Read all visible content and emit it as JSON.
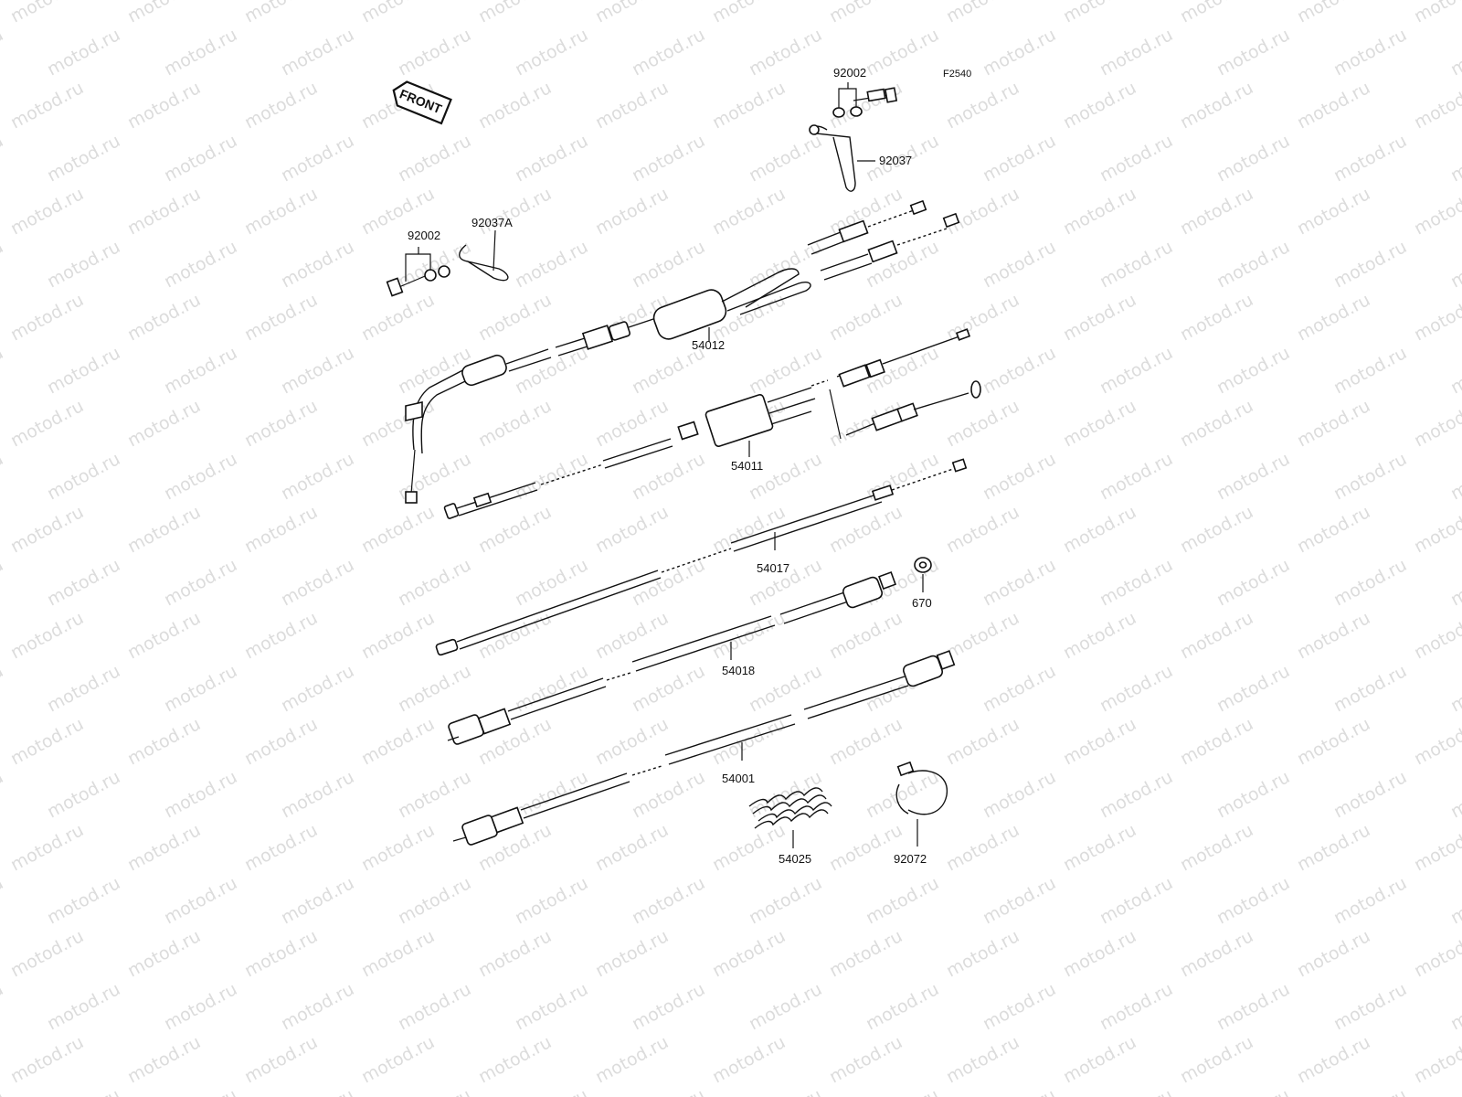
{
  "watermark": "motod.ru",
  "figure_code": "F2540",
  "front_tag": "FRONT",
  "parts": [
    {
      "id": "p-92002-top",
      "label": "92002"
    },
    {
      "id": "p-92037",
      "label": "92037"
    },
    {
      "id": "p-92002-left",
      "label": "92002"
    },
    {
      "id": "p-92037a",
      "label": "92037A"
    },
    {
      "id": "p-54012",
      "label": "54012"
    },
    {
      "id": "p-54011",
      "label": "54011"
    },
    {
      "id": "p-54017",
      "label": "54017"
    },
    {
      "id": "p-670",
      "label": "670"
    },
    {
      "id": "p-54018",
      "label": "54018"
    },
    {
      "id": "p-54001",
      "label": "54001"
    },
    {
      "id": "p-54025",
      "label": "54025"
    },
    {
      "id": "p-92072",
      "label": "92072"
    }
  ]
}
